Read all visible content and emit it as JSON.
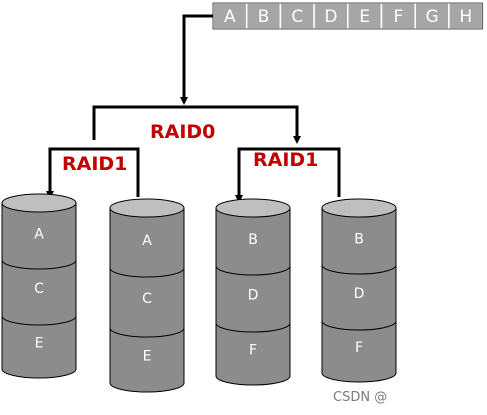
{
  "data_blocks": [
    "A",
    "B",
    "C",
    "D",
    "E",
    "F",
    "G",
    "H"
  ],
  "labels": {
    "raid0": "RAID0",
    "raid1_left": "RAID1",
    "raid1_right": "RAID1"
  },
  "disks": [
    {
      "segments": [
        "A",
        "C",
        "E"
      ]
    },
    {
      "segments": [
        "A",
        "C",
        "E"
      ]
    },
    {
      "segments": [
        "B",
        "D",
        "F"
      ]
    },
    {
      "segments": [
        "B",
        "D",
        "F"
      ]
    }
  ],
  "watermark": "CSDN @",
  "colors": {
    "cell_fill": "#a6a6a6",
    "disk_fill": "#8c8c8c",
    "disk_top": "#bfbfbf",
    "line": "#000000",
    "raid_label": "#c00000"
  }
}
